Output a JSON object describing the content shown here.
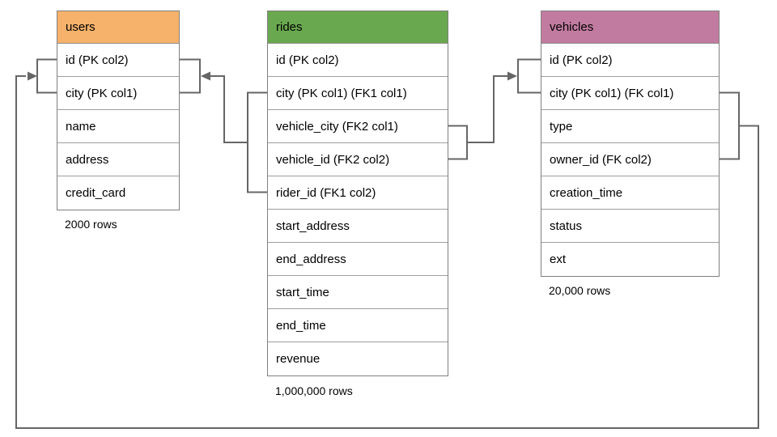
{
  "diagram": {
    "background_color": "#ffffff",
    "connector_color": "#666666",
    "table_border_color": "#7f7f7f"
  },
  "tables": [
    {
      "name": "users",
      "header_color": "#f6b26b",
      "rows_caption": "2000 rows",
      "columns": [
        "id (PK col2)",
        "city (PK col1)",
        "name",
        "address",
        "credit_card"
      ]
    },
    {
      "name": "rides",
      "header_color": "#6aa84f",
      "rows_caption": "1,000,000 rows",
      "columns": [
        "id (PK col2)",
        "city (PK col1) (FK1 col1)",
        "vehicle_city (FK2 col1)",
        "vehicle_id (FK2 col2)",
        "rider_id (FK1 col2)",
        "start_address",
        "end_address",
        "start_time",
        "end_time",
        "revenue"
      ]
    },
    {
      "name": "vehicles",
      "header_color": "#c27ba0",
      "rows_caption": "20,000 rows",
      "columns": [
        "id (PK col2)",
        "city (PK col1) (FK col1)",
        "type",
        "owner_id (FK col2)",
        "creation_time",
        "status",
        "ext"
      ]
    }
  ],
  "relationships": [
    {
      "id": "FK1",
      "child_table": "rides",
      "child_columns": [
        "city",
        "rider_id"
      ],
      "parent_table": "users",
      "parent_columns": [
        "city",
        "id"
      ]
    },
    {
      "id": "FK2",
      "child_table": "rides",
      "child_columns": [
        "vehicle_city",
        "vehicle_id"
      ],
      "parent_table": "vehicles",
      "parent_columns": [
        "city",
        "id"
      ]
    },
    {
      "id": "FK",
      "child_table": "vehicles",
      "child_columns": [
        "city",
        "owner_id"
      ],
      "parent_table": "users",
      "parent_columns": [
        "city",
        "id"
      ]
    }
  ]
}
